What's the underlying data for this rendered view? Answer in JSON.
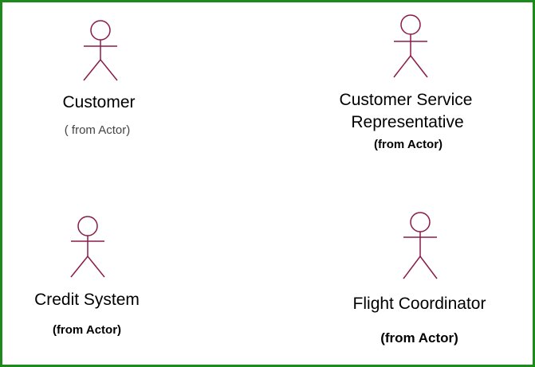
{
  "diagram": {
    "border_color": "#1e8a1e",
    "actor_color": "#8b1a4a",
    "actors": [
      {
        "name": "Customer",
        "origin": "( from Actor)"
      },
      {
        "name_line1": "Customer Service",
        "name_line2": "Representative",
        "origin": "(from Actor)"
      },
      {
        "name": "Credit System",
        "origin": "(from Actor)"
      },
      {
        "name": "Flight Coordinator",
        "origin": "(from Actor)"
      }
    ]
  }
}
